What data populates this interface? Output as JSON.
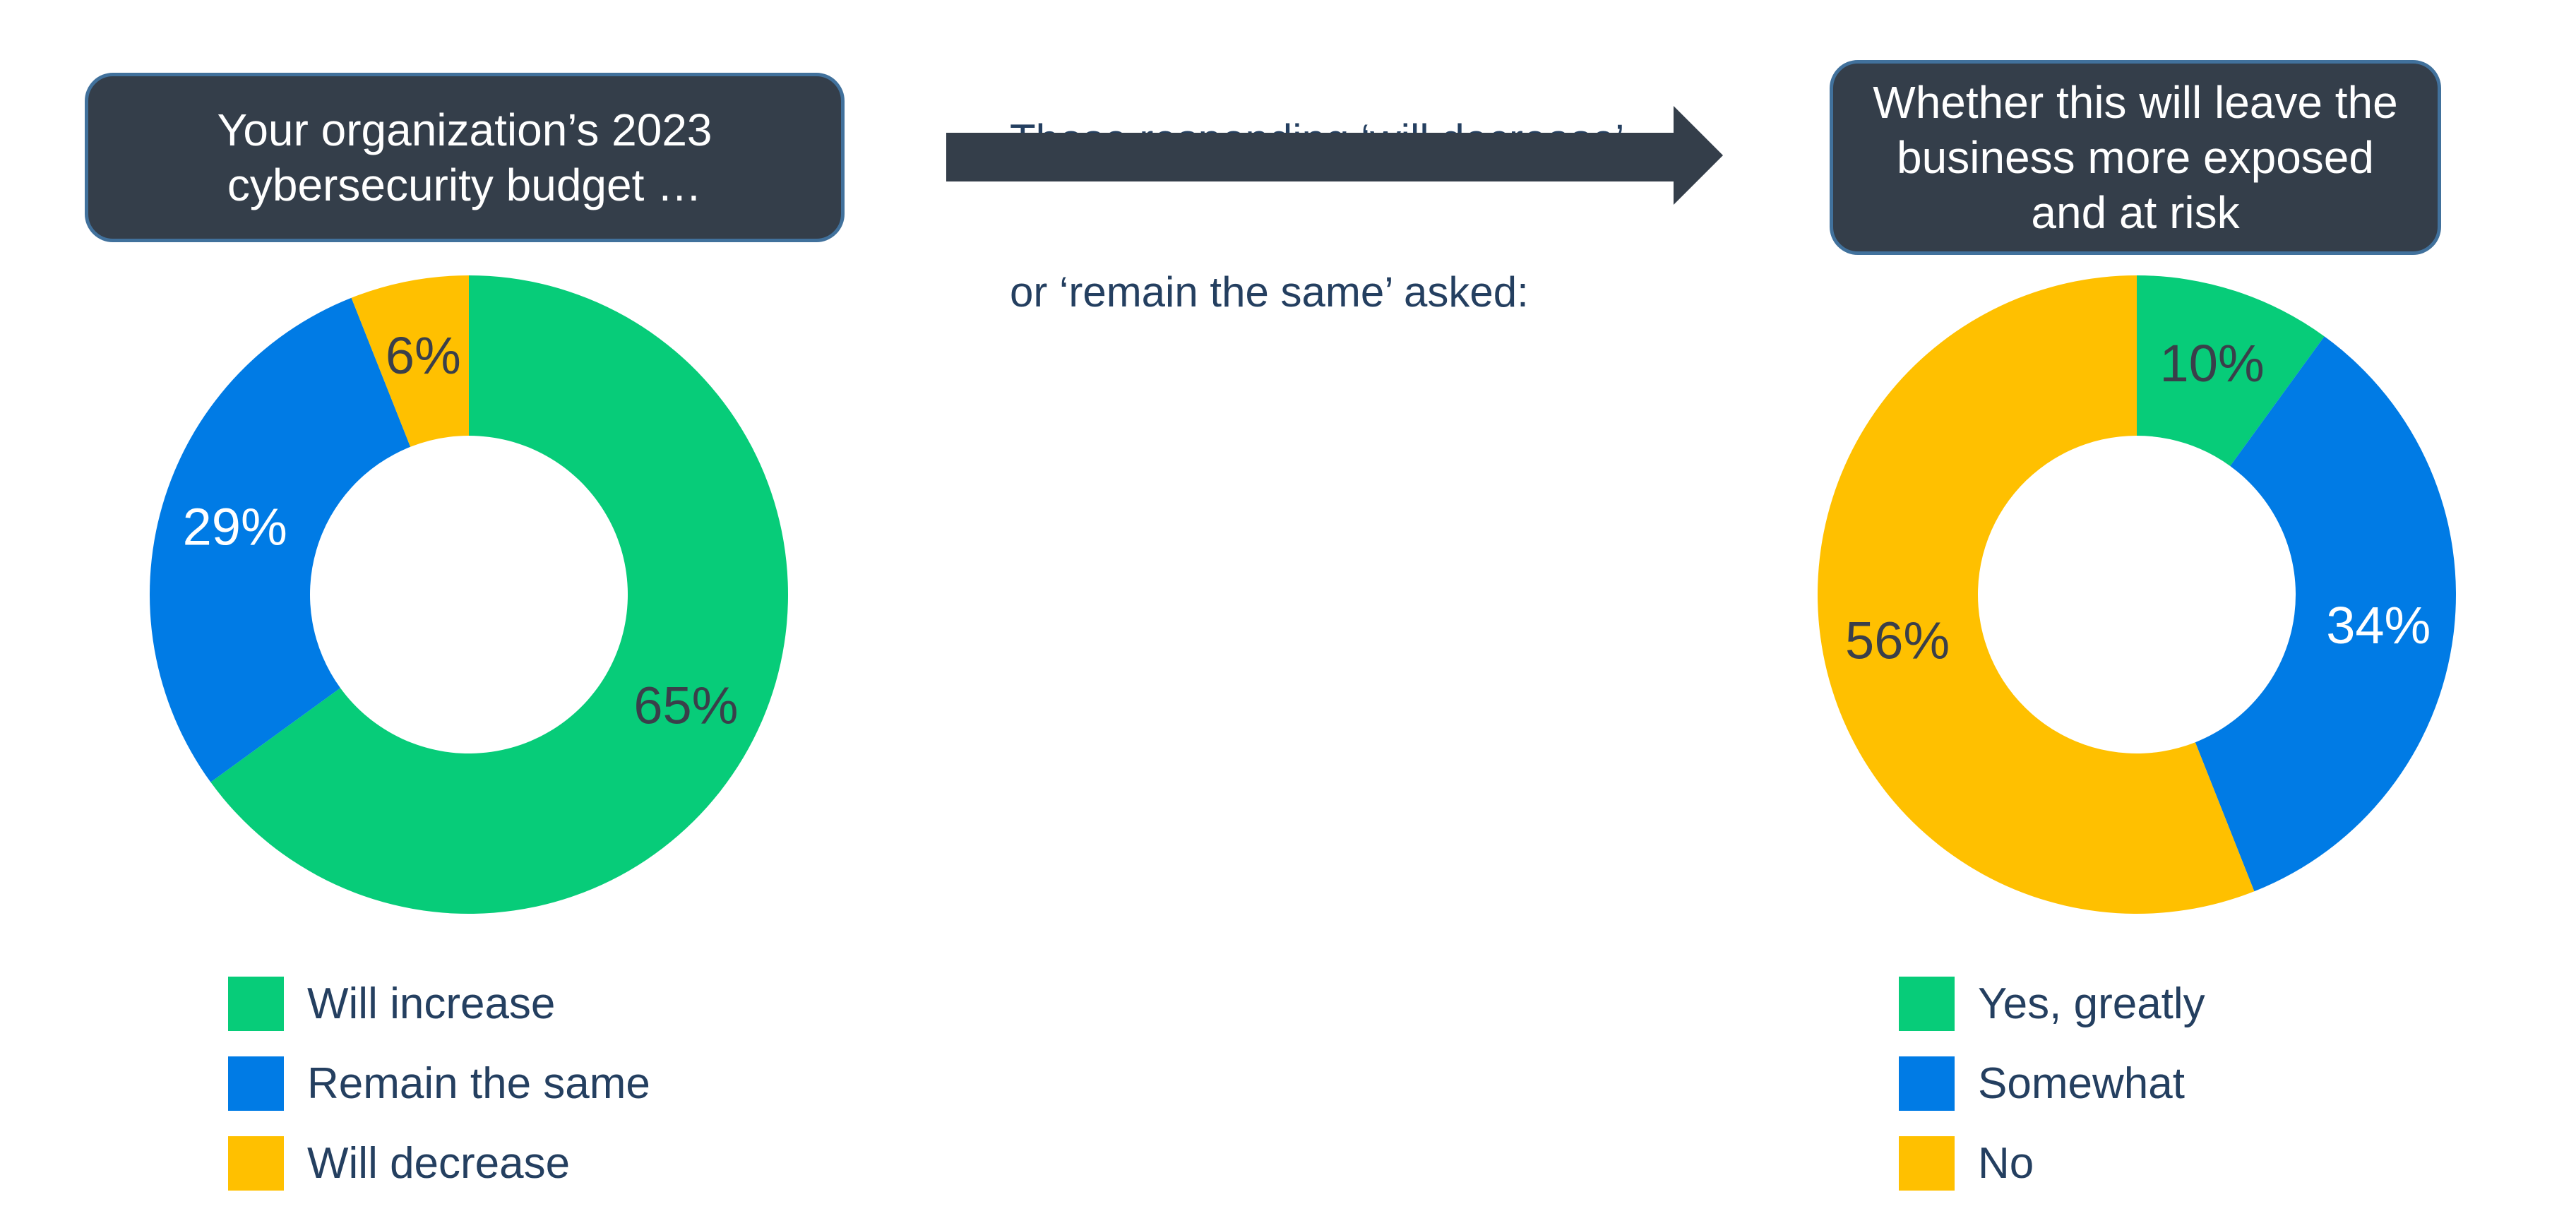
{
  "left_panel": {
    "title_line1": "Your organization’s 2023",
    "title_line2": "cybersecurity budget …"
  },
  "connector": {
    "caption_line1": "Those responding ‘will decrease’",
    "caption_line2": "or ‘remain the same’ asked:",
    "icon": "right-arrow-icon"
  },
  "right_panel": {
    "title_line1": "Whether this will leave the",
    "title_line2": "business more exposed",
    "title_line3": "and at risk"
  },
  "colors": {
    "green": "#07cc79",
    "blue": "#007be5",
    "yellow": "#ffc000",
    "dark": "#343e4a",
    "box_border": "#41719c",
    "text_navy": "#243f60",
    "label_dark": "#3a3f4a",
    "label_light": "#ffffff"
  },
  "chart_data": [
    {
      "type": "pie",
      "donut": true,
      "title": "Your organization’s 2023 cybersecurity budget …",
      "categories": [
        "Will increase",
        "Remain the same",
        "Will decrease"
      ],
      "values": [
        65,
        29,
        6
      ],
      "labels": [
        "65%",
        "29%",
        "6%"
      ],
      "colors": [
        "#07cc79",
        "#007be5",
        "#ffc000"
      ],
      "label_colors": [
        "#3a3f4a",
        "#ffffff",
        "#3a3f4a"
      ],
      "start": "12 o'clock",
      "direction": "clockwise",
      "legend": "bottom"
    },
    {
      "type": "pie",
      "donut": true,
      "title": "Whether this will leave the business more exposed and at risk",
      "categories": [
        "Yes, greatly",
        "Somewhat",
        "No"
      ],
      "values": [
        10,
        34,
        56
      ],
      "labels": [
        "10%",
        "34%",
        "56%"
      ],
      "colors": [
        "#07cc79",
        "#007be5",
        "#ffc000"
      ],
      "label_colors": [
        "#3a3f4a",
        "#ffffff",
        "#3a3f4a"
      ],
      "start": "12 o'clock",
      "direction": "clockwise",
      "legend": "bottom"
    }
  ]
}
